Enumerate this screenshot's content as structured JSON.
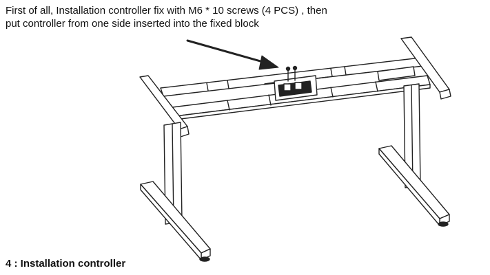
{
  "instruction": {
    "line1": "First of all, Installation controller fix with M6 * 10 screws (4 PCS) , then",
    "line2": "put controller from one side  inserted into the fixed block"
  },
  "caption": "4 : Installation controller",
  "colors": {
    "line": "#222222",
    "background": "#ffffff"
  }
}
